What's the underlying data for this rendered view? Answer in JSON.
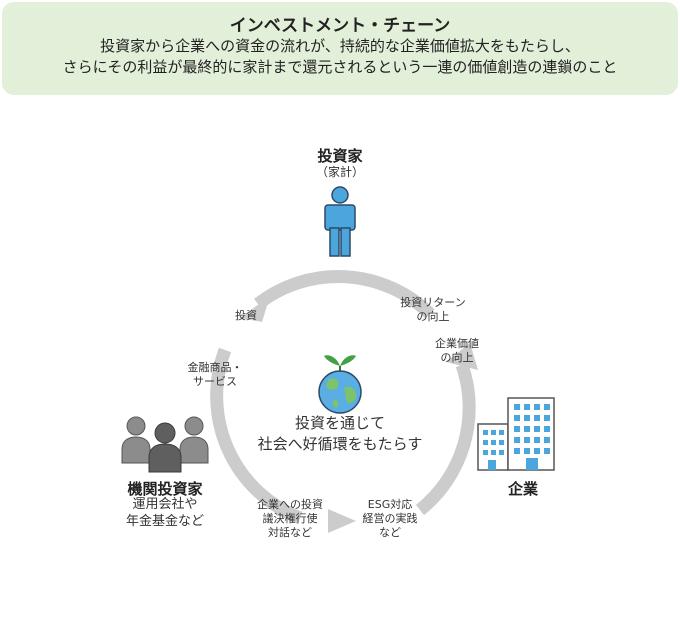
{
  "header": {
    "title": "インベストメント・チェーン",
    "subtitle_line1": "投資家から企業への資金の流れが、持続的な企業価値拡大をもたらし、",
    "subtitle_line2": "さらにその利益が最終的に家計まで還元されるという一連の価値創造の連鎖のこと"
  },
  "investor": {
    "name": "投資家",
    "note": "（家計）"
  },
  "institution": {
    "name": "機関投資家",
    "note_line1": "運用会社や",
    "note_line2": "年金基金など"
  },
  "company": {
    "name": "企業"
  },
  "center": {
    "line1": "投資を通じて",
    "line2": "社会へ好循環をもたらす"
  },
  "cycle_labels": {
    "investment": "投資",
    "products_line1": "金融商品・",
    "products_line2": "サービス",
    "engagement_line1": "企業への投資",
    "engagement_line2": "議決権行使",
    "engagement_line3": "対話など",
    "esg_line1": "ESG対応",
    "esg_line2": "経営の実践",
    "esg_line3": "など",
    "return_line1": "投資リターン",
    "return_line2": "の向上",
    "value_line1": "企業価値",
    "value_line2": "の向上"
  },
  "colors": {
    "header_bg": "#e2efd9",
    "arrow": "#cccccc",
    "investor_figure": "#4aa6dd",
    "people_figure": "#7f7f7f",
    "building_fill": "#ffffff",
    "window": "#4aa6dd"
  }
}
